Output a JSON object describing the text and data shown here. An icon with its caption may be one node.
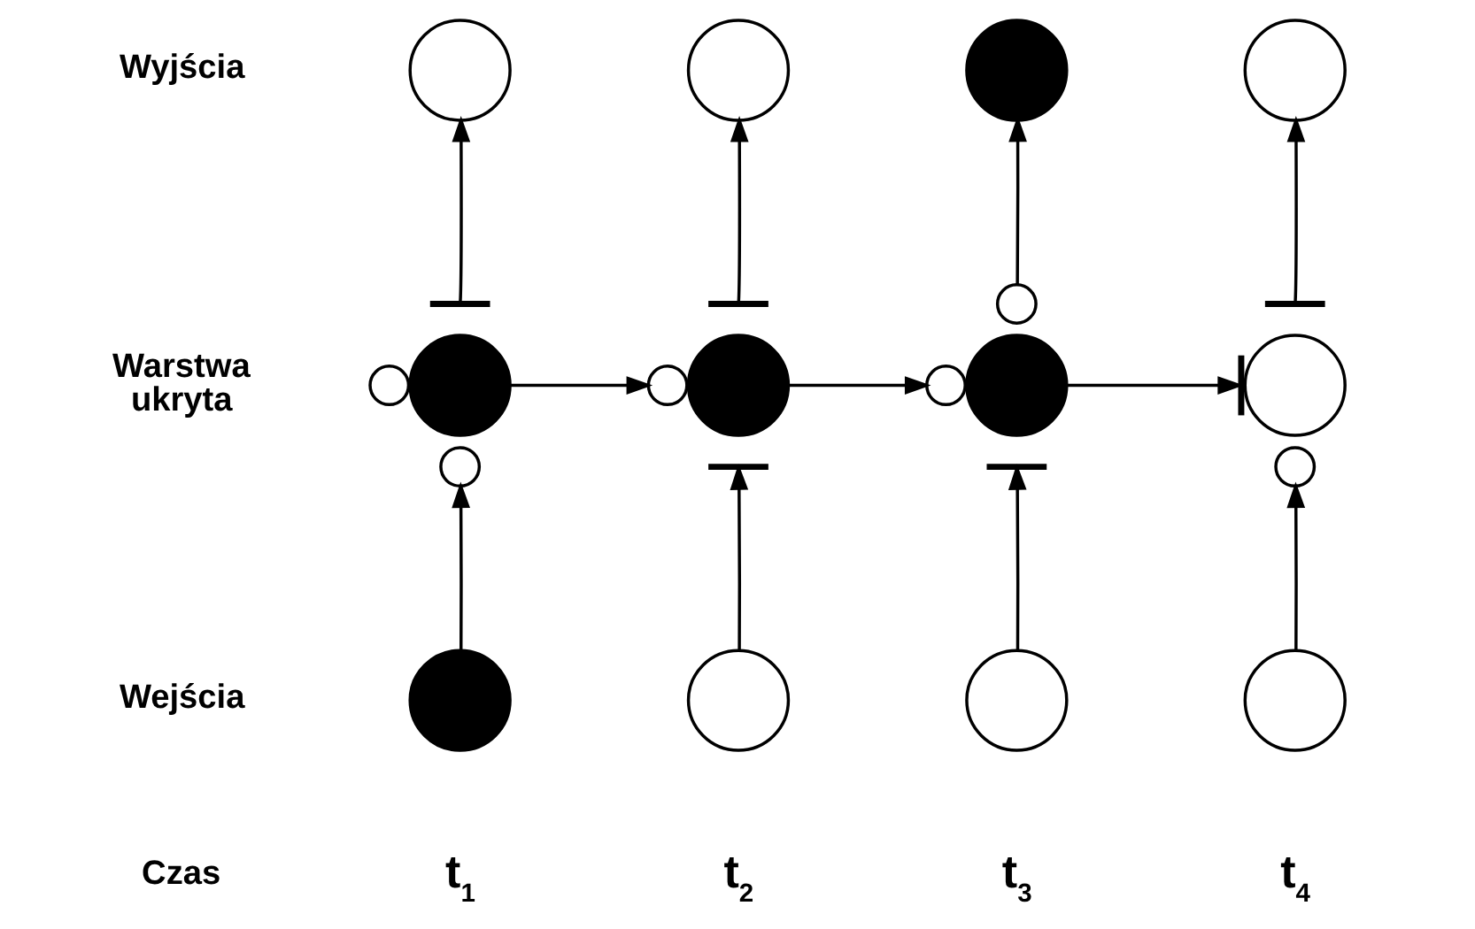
{
  "diagram": {
    "nodes": [
      {
        "text": [],
        "shape": "circle"
      },
      {
        "text": [],
        "shape": "circle"
      },
      {
        "text": [],
        "shape": "circle"
      },
      {
        "text": [],
        "shape": "circle"
      },
      {
        "text": [],
        "shape": "bar"
      },
      {
        "text": [],
        "shape": "bar"
      },
      {
        "text": [],
        "shape": "circle"
      },
      {
        "text": [],
        "shape": "bar"
      },
      {
        "text": [],
        "shape": "circle"
      },
      {
        "text": [],
        "shape": "circle"
      },
      {
        "text": [],
        "shape": "circle"
      },
      {
        "text": [],
        "shape": "circle"
      },
      {
        "text": [],
        "shape": "circle"
      },
      {
        "text": [],
        "shape": "circle"
      },
      {
        "text": [],
        "shape": "bar"
      },
      {
        "text": [],
        "shape": "circle"
      },
      {
        "text": [],
        "shape": "circle"
      },
      {
        "text": [],
        "shape": "bar"
      },
      {
        "text": [],
        "shape": "bar"
      },
      {
        "text": [],
        "shape": "circle"
      },
      {
        "text": [],
        "shape": "circle"
      },
      {
        "text": [],
        "shape": "circle"
      },
      {
        "text": [],
        "shape": "circle"
      },
      {
        "text": [],
        "shape": "circle"
      }
    ],
    "edges": [
      {
        "from": 4,
        "to": 0,
        "arrow": "to"
      },
      {
        "from": 5,
        "to": 1,
        "arrow": "to"
      },
      {
        "from": 6,
        "to": 2,
        "arrow": "to"
      },
      {
        "from": 7,
        "to": 3,
        "arrow": "to"
      },
      {
        "from": 9,
        "to": 10,
        "arrow": "to"
      },
      {
        "from": 11,
        "to": 12,
        "arrow": "to"
      },
      {
        "from": 13,
        "to": 14,
        "arrow": "to"
      },
      {
        "from": 20,
        "to": 16,
        "arrow": "to"
      },
      {
        "from": 21,
        "to": 17,
        "arrow": "to"
      },
      {
        "from": 22,
        "to": 18,
        "arrow": "to"
      },
      {
        "from": 23,
        "to": 19,
        "arrow": "to"
      }
    ],
    "labels": [
      "Wyjścia",
      "Warstwa ukryta",
      "Wejścia",
      "Czas",
      "t$_{1}$",
      "t$_{2}$",
      "t$_{3}$",
      "t$_{4}$"
    ]
  }
}
